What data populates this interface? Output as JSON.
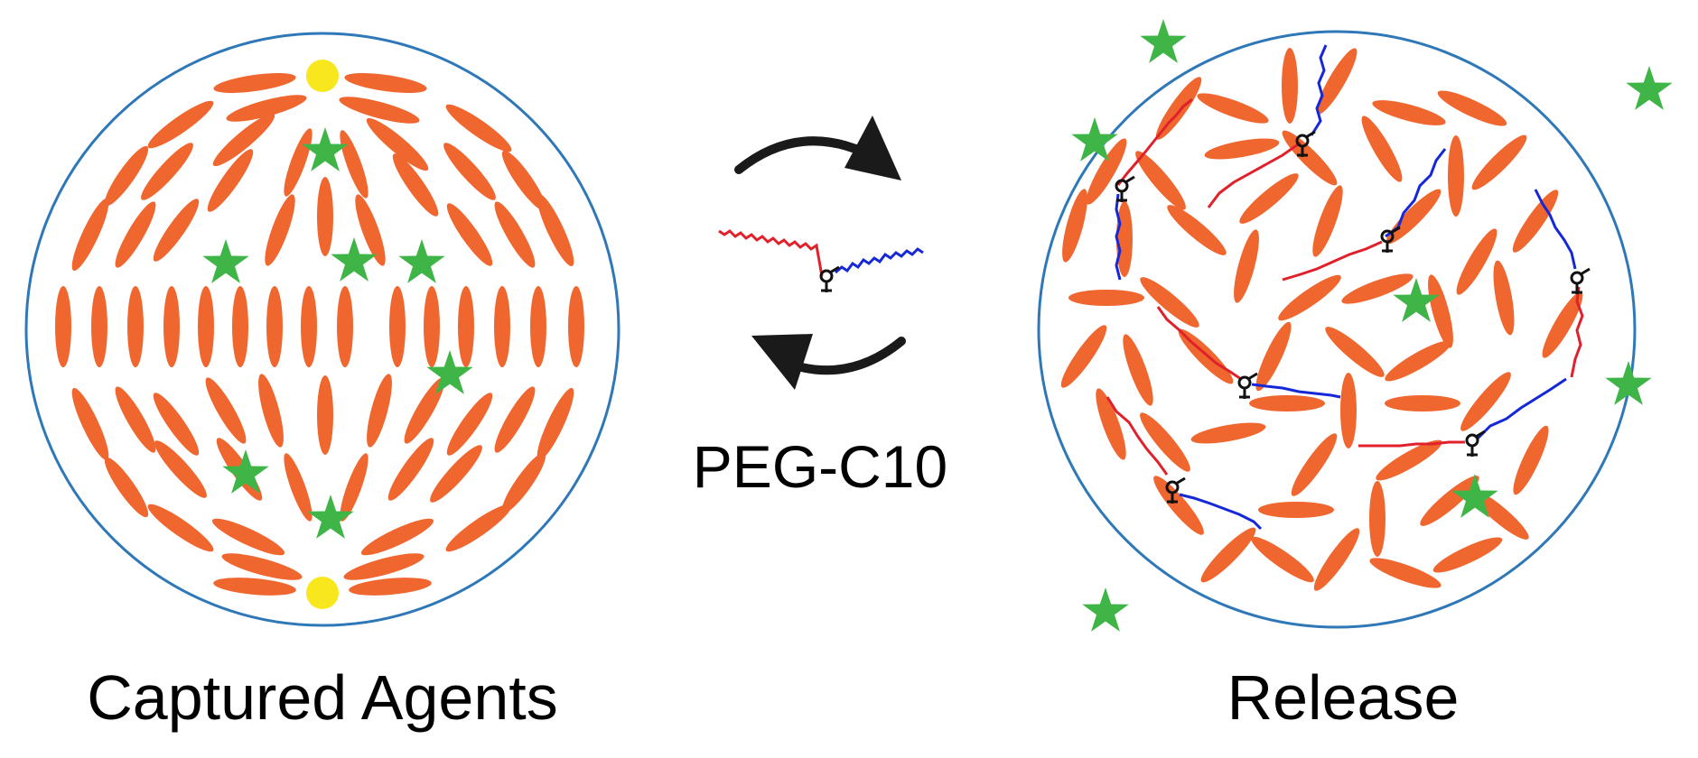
{
  "labels": {
    "left_caption": "Captured Agents",
    "right_caption": "Release",
    "middle_caption": "PEG-C10"
  },
  "colors": {
    "circle_stroke": "#2f78b8",
    "mesogen": "#f0662f",
    "star": "#3fb548",
    "defect": "#f8e71c",
    "arrow": "#1a1a1a",
    "chain_red": "#e0202a",
    "chain_blue": "#1428d8",
    "linker": "#111111"
  },
  "icons": {
    "agent": "star-icon",
    "defect": "point-defect-icon",
    "mesogen": "ellipse-icon",
    "cycle": "curved-arrow-icon",
    "surfactant": "peg-c10-molecule-icon"
  }
}
